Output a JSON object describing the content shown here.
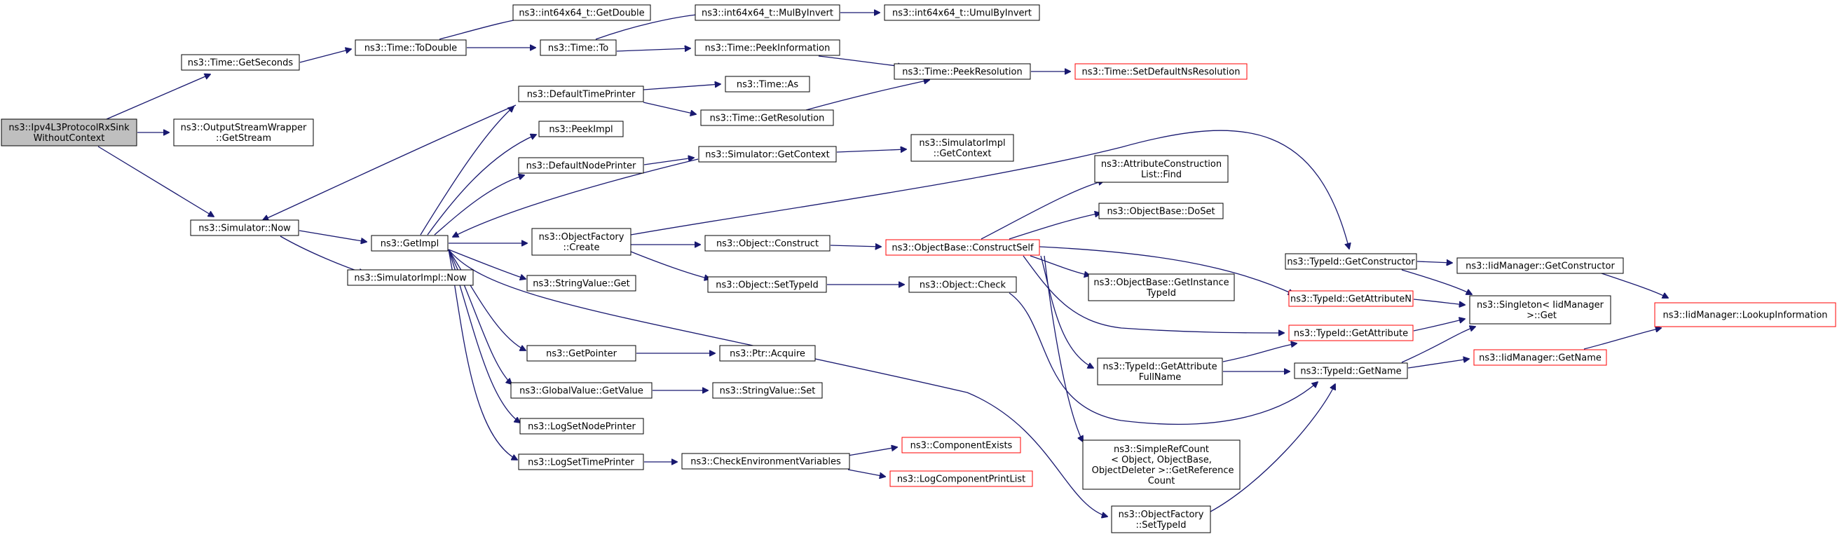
{
  "nodes": [
    {
      "id": "root",
      "lines": [
        "ns3::Ipv4L3ProtocolRxSink",
        "WithoutContext"
      ],
      "style": "root",
      "interactable": false
    },
    {
      "id": "get_seconds",
      "lines": [
        "ns3::Time::GetSeconds"
      ],
      "style": "normal",
      "interactable": true
    },
    {
      "id": "osw_getstream",
      "lines": [
        "ns3::OutputStreamWrapper",
        "::GetStream"
      ],
      "style": "normal",
      "interactable": true
    },
    {
      "id": "sim_now",
      "lines": [
        "ns3::Simulator::Now"
      ],
      "style": "normal",
      "interactable": true
    },
    {
      "id": "to_double",
      "lines": [
        "ns3::Time::ToDouble"
      ],
      "style": "normal",
      "interactable": true
    },
    {
      "id": "int64_getdouble",
      "lines": [
        "ns3::int64x64_t::GetDouble"
      ],
      "style": "normal",
      "interactable": true
    },
    {
      "id": "time_to",
      "lines": [
        "ns3::Time::To"
      ],
      "style": "normal",
      "interactable": true
    },
    {
      "id": "int64_mulbyinvert",
      "lines": [
        "ns3::int64x64_t::MulByInvert"
      ],
      "style": "normal",
      "interactable": true
    },
    {
      "id": "int64_umulbyinvert",
      "lines": [
        "ns3::int64x64_t::UmulByInvert"
      ],
      "style": "normal",
      "interactable": true
    },
    {
      "id": "peek_information",
      "lines": [
        "ns3::Time::PeekInformation"
      ],
      "style": "normal",
      "interactable": true
    },
    {
      "id": "peek_resolution",
      "lines": [
        "ns3::Time::PeekResolution"
      ],
      "style": "normal",
      "interactable": true
    },
    {
      "id": "set_default_ns_resolution",
      "lines": [
        "ns3::Time::SetDefaultNsResolution"
      ],
      "style": "red",
      "interactable": true
    },
    {
      "id": "default_time_printer",
      "lines": [
        "ns3::DefaultTimePrinter"
      ],
      "style": "normal",
      "interactable": true
    },
    {
      "id": "time_as",
      "lines": [
        "ns3::Time::As"
      ],
      "style": "normal",
      "interactable": true
    },
    {
      "id": "time_getresolution",
      "lines": [
        "ns3::Time::GetResolution"
      ],
      "style": "normal",
      "interactable": true
    },
    {
      "id": "peek_impl",
      "lines": [
        "ns3::PeekImpl"
      ],
      "style": "normal",
      "interactable": true
    },
    {
      "id": "default_node_printer",
      "lines": [
        "ns3::DefaultNodePrinter"
      ],
      "style": "normal",
      "interactable": true
    },
    {
      "id": "sim_getcontext",
      "lines": [
        "ns3::Simulator::GetContext"
      ],
      "style": "normal",
      "interactable": true
    },
    {
      "id": "simimpl_getcontext",
      "lines": [
        "ns3::SimulatorImpl",
        "::GetContext"
      ],
      "style": "normal",
      "interactable": true
    },
    {
      "id": "get_impl",
      "lines": [
        "ns3::GetImpl"
      ],
      "style": "normal",
      "interactable": true
    },
    {
      "id": "simimpl_now",
      "lines": [
        "ns3::SimulatorImpl::Now"
      ],
      "style": "normal",
      "interactable": true
    },
    {
      "id": "objfactory_create",
      "lines": [
        "ns3::ObjectFactory",
        "::Create"
      ],
      "style": "normal",
      "interactable": true
    },
    {
      "id": "object_construct",
      "lines": [
        "ns3::Object::Construct"
      ],
      "style": "normal",
      "interactable": true
    },
    {
      "id": "objectbase_constructself",
      "lines": [
        "ns3::ObjectBase::ConstructSelf"
      ],
      "style": "red",
      "interactable": true
    },
    {
      "id": "attr_construction_find",
      "lines": [
        "ns3::AttributeConstruction",
        "List::Find"
      ],
      "style": "normal",
      "interactable": true
    },
    {
      "id": "objectbase_doset",
      "lines": [
        "ns3::ObjectBase::DoSet"
      ],
      "style": "normal",
      "interactable": true
    },
    {
      "id": "objectbase_getinstancetypeid",
      "lines": [
        "ns3::ObjectBase::GetInstance",
        "TypeId"
      ],
      "style": "normal",
      "interactable": true
    },
    {
      "id": "stringvalue_get",
      "lines": [
        "ns3::StringValue::Get"
      ],
      "style": "normal",
      "interactable": true
    },
    {
      "id": "object_settypeid",
      "lines": [
        "ns3::Object::SetTypeId"
      ],
      "style": "normal",
      "interactable": true
    },
    {
      "id": "object_check",
      "lines": [
        "ns3::Object::Check"
      ],
      "style": "normal",
      "interactable": true
    },
    {
      "id": "typeid_getconstructor",
      "lines": [
        "ns3::TypeId::GetConstructor"
      ],
      "style": "normal",
      "interactable": true
    },
    {
      "id": "iidmanager_getconstructor",
      "lines": [
        "ns3::IidManager::GetConstructor"
      ],
      "style": "normal",
      "interactable": true
    },
    {
      "id": "iidmanager_lookupinformation",
      "lines": [
        "ns3::IidManager::LookupInformation"
      ],
      "style": "red",
      "interactable": true
    },
    {
      "id": "typeid_getattributen",
      "lines": [
        "ns3::TypeId::GetAttributeN"
      ],
      "style": "red",
      "interactable": true
    },
    {
      "id": "singleton_get",
      "lines": [
        "ns3::Singleton< IidManager",
        " >::Get"
      ],
      "style": "normal",
      "interactable": true
    },
    {
      "id": "typeid_getattribute",
      "lines": [
        "ns3::TypeId::GetAttribute"
      ],
      "style": "red",
      "interactable": true
    },
    {
      "id": "get_pointer",
      "lines": [
        "ns3::GetPointer"
      ],
      "style": "normal",
      "interactable": true
    },
    {
      "id": "ptr_acquire",
      "lines": [
        "ns3::Ptr::Acquire"
      ],
      "style": "normal",
      "interactable": true
    },
    {
      "id": "typeid_getattributefullname",
      "lines": [
        "ns3::TypeId::GetAttribute",
        "FullName"
      ],
      "style": "normal",
      "interactable": true
    },
    {
      "id": "typeid_getname",
      "lines": [
        "ns3::TypeId::GetName"
      ],
      "style": "normal",
      "interactable": true
    },
    {
      "id": "iidmanager_getname",
      "lines": [
        "ns3::IidManager::GetName"
      ],
      "style": "red",
      "interactable": true
    },
    {
      "id": "globalvalue_getvalue",
      "lines": [
        "ns3::GlobalValue::GetValue"
      ],
      "style": "normal",
      "interactable": true
    },
    {
      "id": "stringvalue_set",
      "lines": [
        "ns3::StringValue::Set"
      ],
      "style": "normal",
      "interactable": true
    },
    {
      "id": "log_set_node_printer",
      "lines": [
        "ns3::LogSetNodePrinter"
      ],
      "style": "normal",
      "interactable": true
    },
    {
      "id": "simplerefcount_getreferencecount",
      "lines": [
        "ns3::SimpleRefCount",
        "< Object, ObjectBase,",
        " ObjectDeleter >::GetReference",
        "Count"
      ],
      "style": "normal",
      "interactable": true
    },
    {
      "id": "log_set_time_printer",
      "lines": [
        "ns3::LogSetTimePrinter"
      ],
      "style": "normal",
      "interactable": true
    },
    {
      "id": "check_env_vars",
      "lines": [
        "ns3::CheckEnvironmentVariables"
      ],
      "style": "normal",
      "interactable": true
    },
    {
      "id": "component_exists",
      "lines": [
        "ns3::ComponentExists"
      ],
      "style": "red",
      "interactable": true
    },
    {
      "id": "log_component_print_list",
      "lines": [
        "ns3::LogComponentPrintList"
      ],
      "style": "red",
      "interactable": true
    },
    {
      "id": "objfactory_settypeid",
      "lines": [
        "ns3::ObjectFactory",
        "::SetTypeId"
      ],
      "style": "normal",
      "interactable": true
    }
  ],
  "edges": [
    [
      "root",
      "get_seconds"
    ],
    [
      "root",
      "osw_getstream"
    ],
    [
      "root",
      "sim_now"
    ],
    [
      "get_seconds",
      "to_double"
    ],
    [
      "to_double",
      "int64_getdouble"
    ],
    [
      "to_double",
      "time_to"
    ],
    [
      "time_to",
      "int64_mulbyinvert"
    ],
    [
      "time_to",
      "peek_information"
    ],
    [
      "int64_mulbyinvert",
      "int64_umulbyinvert"
    ],
    [
      "peek_information",
      "peek_resolution"
    ],
    [
      "peek_resolution",
      "set_default_ns_resolution"
    ],
    [
      "sim_now",
      "get_impl"
    ],
    [
      "sim_now",
      "simimpl_now"
    ],
    [
      "default_time_printer",
      "sim_now"
    ],
    [
      "default_time_printer",
      "time_as"
    ],
    [
      "default_time_printer",
      "time_getresolution"
    ],
    [
      "time_getresolution",
      "peek_resolution"
    ],
    [
      "get_impl",
      "default_time_printer"
    ],
    [
      "get_impl",
      "peek_impl"
    ],
    [
      "get_impl",
      "default_node_printer"
    ],
    [
      "get_impl",
      "objfactory_create"
    ],
    [
      "get_impl",
      "stringvalue_get"
    ],
    [
      "get_impl",
      "get_pointer"
    ],
    [
      "get_impl",
      "globalvalue_getvalue"
    ],
    [
      "get_impl",
      "log_set_node_printer"
    ],
    [
      "get_impl",
      "log_set_time_printer"
    ],
    [
      "get_impl",
      "objfactory_settypeid"
    ],
    [
      "default_node_printer",
      "sim_getcontext"
    ],
    [
      "sim_getcontext",
      "simimpl_getcontext"
    ],
    [
      "sim_getcontext",
      "get_impl"
    ],
    [
      "objfactory_create",
      "object_construct"
    ],
    [
      "objfactory_create",
      "object_settypeid"
    ],
    [
      "objfactory_create",
      "typeid_getconstructor"
    ],
    [
      "object_construct",
      "objectbase_constructself"
    ],
    [
      "objectbase_constructself",
      "attr_construction_find"
    ],
    [
      "objectbase_constructself",
      "objectbase_doset"
    ],
    [
      "objectbase_constructself",
      "objectbase_getinstancetypeid"
    ],
    [
      "objectbase_constructself",
      "typeid_getattributen"
    ],
    [
      "objectbase_constructself",
      "typeid_getattribute"
    ],
    [
      "objectbase_constructself",
      "typeid_getattributefullname"
    ],
    [
      "objectbase_constructself",
      "simplerefcount_getreferencecount"
    ],
    [
      "object_settypeid",
      "object_check"
    ],
    [
      "object_check",
      "typeid_getname"
    ],
    [
      "typeid_getconstructor",
      "iidmanager_getconstructor"
    ],
    [
      "typeid_getconstructor",
      "singleton_get"
    ],
    [
      "iidmanager_getconstructor",
      "iidmanager_lookupinformation"
    ],
    [
      "typeid_getattributen",
      "singleton_get"
    ],
    [
      "typeid_getattribute",
      "singleton_get"
    ],
    [
      "typeid_getattributefullname",
      "typeid_getattribute"
    ],
    [
      "typeid_getattributefullname",
      "typeid_getname"
    ],
    [
      "typeid_getname",
      "singleton_get"
    ],
    [
      "typeid_getname",
      "iidmanager_getname"
    ],
    [
      "iidmanager_getname",
      "iidmanager_lookupinformation"
    ],
    [
      "get_pointer",
      "ptr_acquire"
    ],
    [
      "globalvalue_getvalue",
      "stringvalue_set"
    ],
    [
      "log_set_time_printer",
      "check_env_vars"
    ],
    [
      "check_env_vars",
      "component_exists"
    ],
    [
      "check_env_vars",
      "log_component_print_list"
    ],
    [
      "objfactory_settypeid",
      "typeid_getname"
    ]
  ]
}
